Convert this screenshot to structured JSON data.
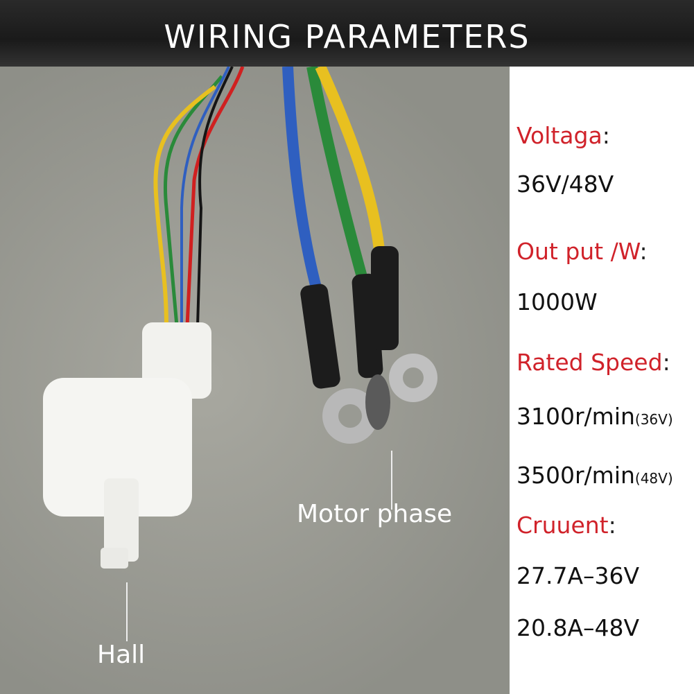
{
  "title": "WIRING PARAMETERS",
  "callouts": {
    "motor_phase": "Motor phase",
    "hall": "Hall"
  },
  "specs": {
    "voltage_label": "Voltaga",
    "voltage_value": "36V/48V",
    "output_label": "Out put /W",
    "output_value": "1000W",
    "speed_label": "Rated Speed",
    "speed_36_main": "3100r/min",
    "speed_36_note": "(36V)",
    "speed_48_main": "3500r/min",
    "speed_48_note": "(48V)",
    "current_label": "Cruuent",
    "current_36": "27.7A–36V",
    "current_48": "20.8A–48V",
    "colon": ":"
  },
  "colors": {
    "label_red": "#d0222a",
    "wire_blue": "#2f5fc0",
    "wire_green": "#2a8a3a",
    "wire_yellow": "#e8c020",
    "wire_red": "#d02020",
    "wire_black": "#151515"
  }
}
